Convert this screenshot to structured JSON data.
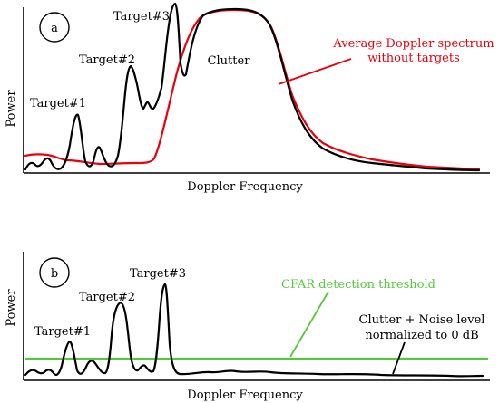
{
  "panel_a": {
    "badge": "a",
    "ylabel": "Power",
    "xlabel": "Doppler Frequency",
    "targets": [
      "Target#1",
      "Target#2",
      "Target#3"
    ],
    "clutter_label": "Clutter",
    "avg_spectrum_line1": "Average Doppler spectrum",
    "avg_spectrum_line2": "without targets"
  },
  "panel_b": {
    "badge": "b",
    "ylabel": "Power",
    "xlabel": "Doppler Frequency",
    "targets": [
      "Target#1",
      "Target#2",
      "Target#3"
    ],
    "threshold_label": "CFAR detection threshold",
    "noise_line1": "Clutter + Noise level",
    "noise_line2": "normalized to 0 dB"
  },
  "colors": {
    "avg_spectrum": "#e8000b",
    "threshold": "#55c83a",
    "signal": "#000000"
  }
}
